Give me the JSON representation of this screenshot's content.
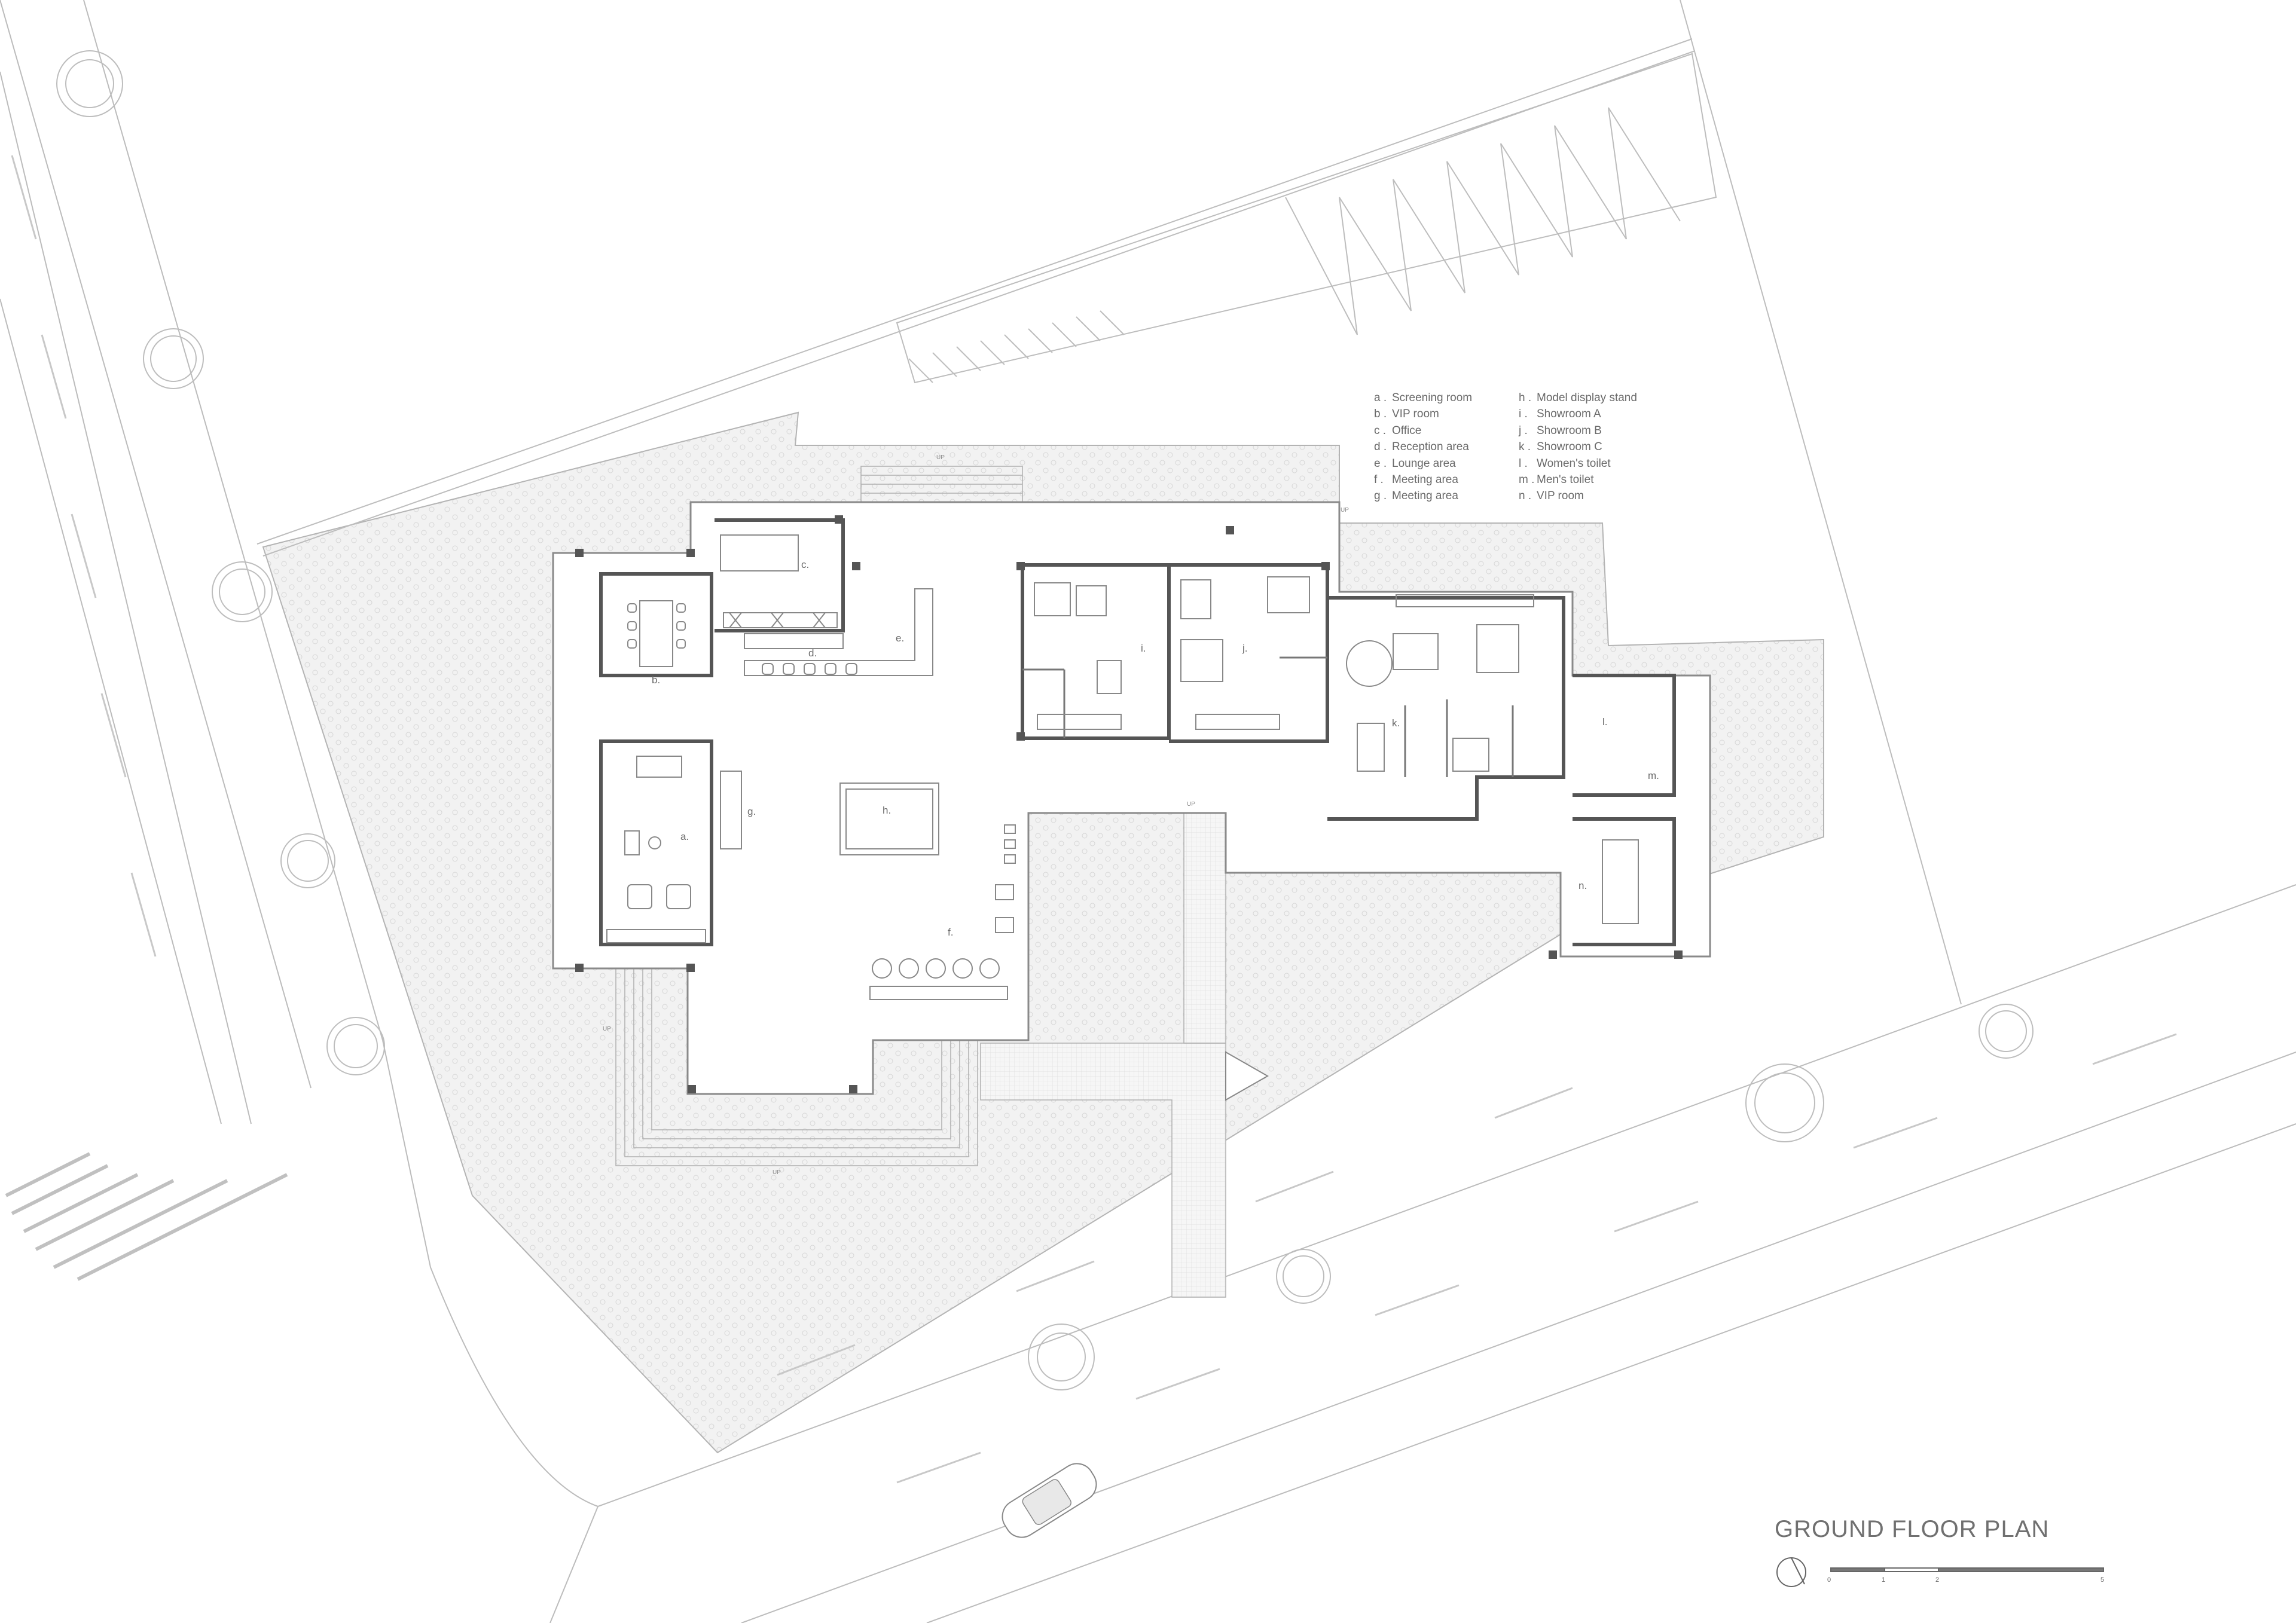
{
  "legend": {
    "left": [
      {
        "key": "a .",
        "label": "Screening room"
      },
      {
        "key": "b .",
        "label": "VIP room"
      },
      {
        "key": "c .",
        "label": "Office"
      },
      {
        "key": "d .",
        "label": "Reception area"
      },
      {
        "key": "e .",
        "label": "Lounge area"
      },
      {
        "key": "f .",
        "label": "Meeting area"
      },
      {
        "key": "g .",
        "label": "Meeting area"
      }
    ],
    "right": [
      {
        "key": "h .",
        "label": "Model display stand"
      },
      {
        "key": "i .",
        "label": "Showroom A"
      },
      {
        "key": "j .",
        "label": "Showroom B"
      },
      {
        "key": "k .",
        "label": "Showroom C"
      },
      {
        "key": "l .",
        "label": "Women's toilet"
      },
      {
        "key": "m .",
        "label": "Men's toilet"
      },
      {
        "key": "n .",
        "label": "VIP room"
      }
    ]
  },
  "room_labels": {
    "a": "a.",
    "b": "b.",
    "c": "c.",
    "d": "d.",
    "e": "e.",
    "f": "f.",
    "g": "g.",
    "h": "h.",
    "i": "i.",
    "j": "j.",
    "k": "k.",
    "l": "l.",
    "m": "m.",
    "n": "n."
  },
  "stair_label": "UP",
  "title": "GROUND FLOOR PLAN",
  "scale_bar": {
    "ticks": [
      "0",
      "1",
      "2",
      "5"
    ]
  },
  "colors": {
    "line": "#9a9a9a",
    "wall": "#5a5a5a",
    "text": "#6a6a6a",
    "paving": "#ececec"
  }
}
